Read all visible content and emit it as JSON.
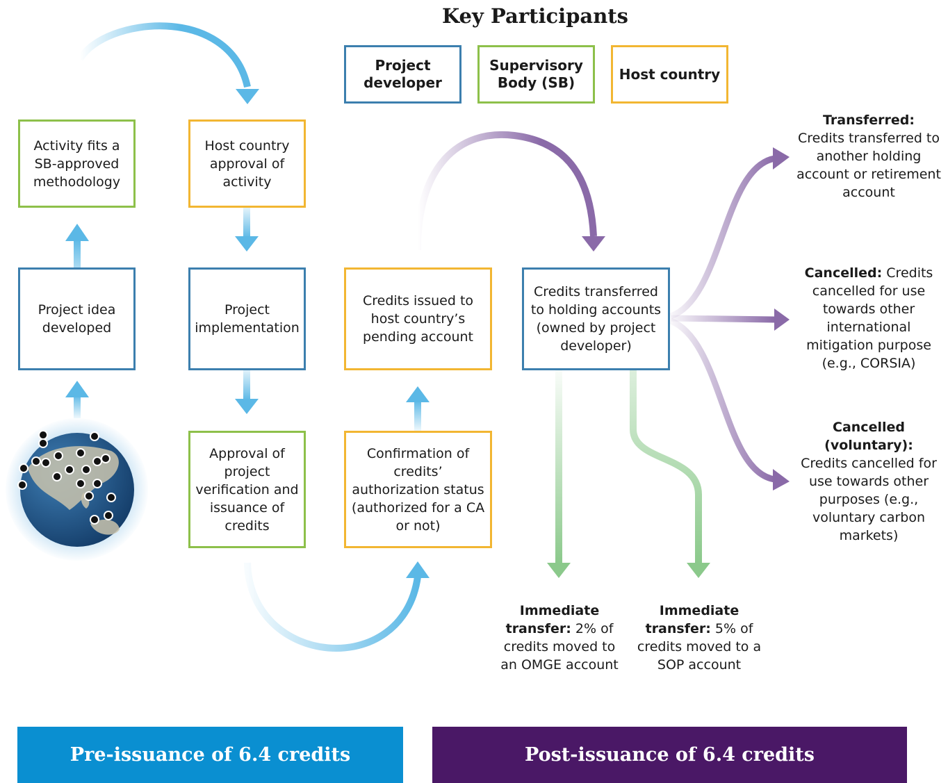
{
  "title": "Key Participants",
  "legend": {
    "project_developer": "Project developer",
    "supervisory_body": "Supervisory Body (SB)",
    "host_country": "Host country"
  },
  "boxes": {
    "methodology": "Activity fits a SB-approved methodology",
    "host_approval": "Host country approval of activity",
    "project_idea": "Project idea developed",
    "implementation": "Project implementation",
    "credits_issued": "Credits issued to host country’s pending account",
    "holding_accounts": "Credits transferred to holding accounts (owned by project developer)",
    "verification": "Approval of project verification and issuance of credits",
    "confirmation": "Confirmation of credits’ authorization status (authorized for a CA or not)"
  },
  "outcomes": {
    "transferred": {
      "head": "Transferred:",
      "text": "Credits transferred to another holding account or retirement account"
    },
    "cancelled": {
      "head": "Cancelled:",
      "text": "Credits cancelled for use towards other international mitigation purpose (e.g., CORSIA)"
    },
    "cancelled_voluntary": {
      "head": "Cancelled (voluntary):",
      "text": "Credits cancelled for use towards other purposes (e.g., voluntary carbon markets)"
    }
  },
  "transfers": {
    "omge": {
      "head": "Immediate transfer:",
      "text": "2% of credits moved to an OMGE account"
    },
    "sop": {
      "head": "Immediate transfer:",
      "text": "5% of credits moved to a SOP account"
    }
  },
  "banners": {
    "pre": "Pre-issuance of 6.4 credits",
    "post": "Post-issuance of 6.4 credits"
  },
  "colors": {
    "project_developer": "#3c7fae",
    "supervisory_body": "#8dc04a",
    "host_country": "#f2b632",
    "flow_blue": "#5bb8e6",
    "flow_purple": "#8a6aa8",
    "flow_green": "#8bc98b",
    "pre_banner": "#0a8fd1",
    "post_banner": "#4a1866"
  },
  "icons": [
    "globe-icon",
    "map-pin-icon"
  ]
}
